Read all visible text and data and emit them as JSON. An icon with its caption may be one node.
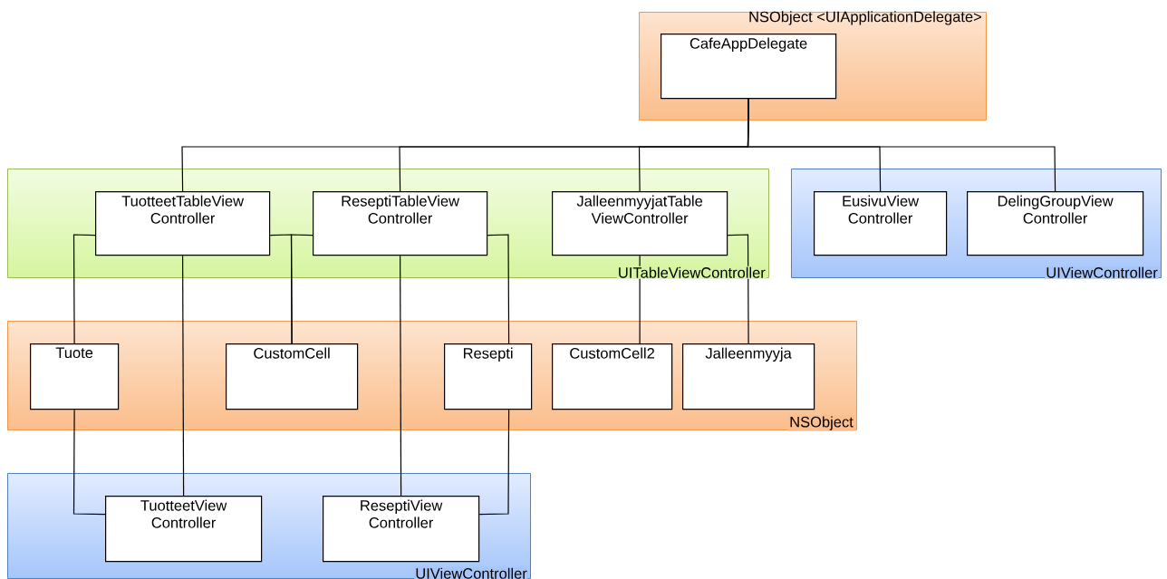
{
  "diagram": {
    "nodes": [
      {
        "text": [
          "NSObject <UIApplicationDelegate>"
        ]
      },
      {
        "text": [
          "CafeAppDelegate"
        ],
        "in": 0
      },
      {
        "text": [
          "UITableViewController"
        ]
      },
      {
        "text": [
          "TuotteetTableView Controller"
        ],
        "in": 2
      },
      {
        "text": [
          "ReseptiTableView Controller"
        ],
        "in": 2
      },
      {
        "text": [
          "JalleenmyyjatTable ViewController"
        ],
        "in": 2
      },
      {
        "text": [
          "UIViewController"
        ]
      },
      {
        "text": [
          "EusivuView Controller"
        ],
        "in": 6
      },
      {
        "text": [
          "DelingGroupView Controller"
        ],
        "in": 6
      },
      {
        "text": [
          "NSObject"
        ]
      },
      {
        "text": [
          "Tuote"
        ],
        "in": 9
      },
      {
        "text": [
          "CustomCell"
        ],
        "in": 9
      },
      {
        "text": [
          "Resepti"
        ],
        "in": 9
      },
      {
        "text": [
          "CustomCell2"
        ],
        "in": 9
      },
      {
        "text": [
          "Jalleenmyyja"
        ],
        "in": 9
      },
      {
        "text": [
          "UIViewController"
        ]
      },
      {
        "text": [
          "TuotteetView Controller"
        ],
        "in": 15
      },
      {
        "text": [
          "ReseptiView Controller"
        ],
        "in": 15
      }
    ],
    "edges": [
      {
        "from": 1,
        "to": 3,
        "arrow": "none"
      },
      {
        "from": 1,
        "to": 4,
        "arrow": "none"
      },
      {
        "from": 1,
        "to": 5,
        "arrow": "none"
      },
      {
        "from": 1,
        "to": 7,
        "arrow": "none"
      },
      {
        "from": 1,
        "to": 8,
        "arrow": "none"
      },
      {
        "from": 3,
        "to": 10,
        "arrow": "none"
      },
      {
        "from": 3,
        "to": 16,
        "arrow": "none"
      },
      {
        "from": 3,
        "to": 11,
        "arrow": "none"
      },
      {
        "from": 4,
        "to": 11,
        "arrow": "none"
      },
      {
        "from": 4,
        "to": 17,
        "arrow": "none"
      },
      {
        "from": 4,
        "to": 12,
        "arrow": "none"
      },
      {
        "from": 10,
        "to": 16,
        "arrow": "none"
      },
      {
        "from": 12,
        "to": 17,
        "arrow": "none"
      },
      {
        "from": 5,
        "to": 13,
        "arrow": "none"
      },
      {
        "from": 5,
        "to": 14,
        "arrow": "none"
      }
    ]
  }
}
